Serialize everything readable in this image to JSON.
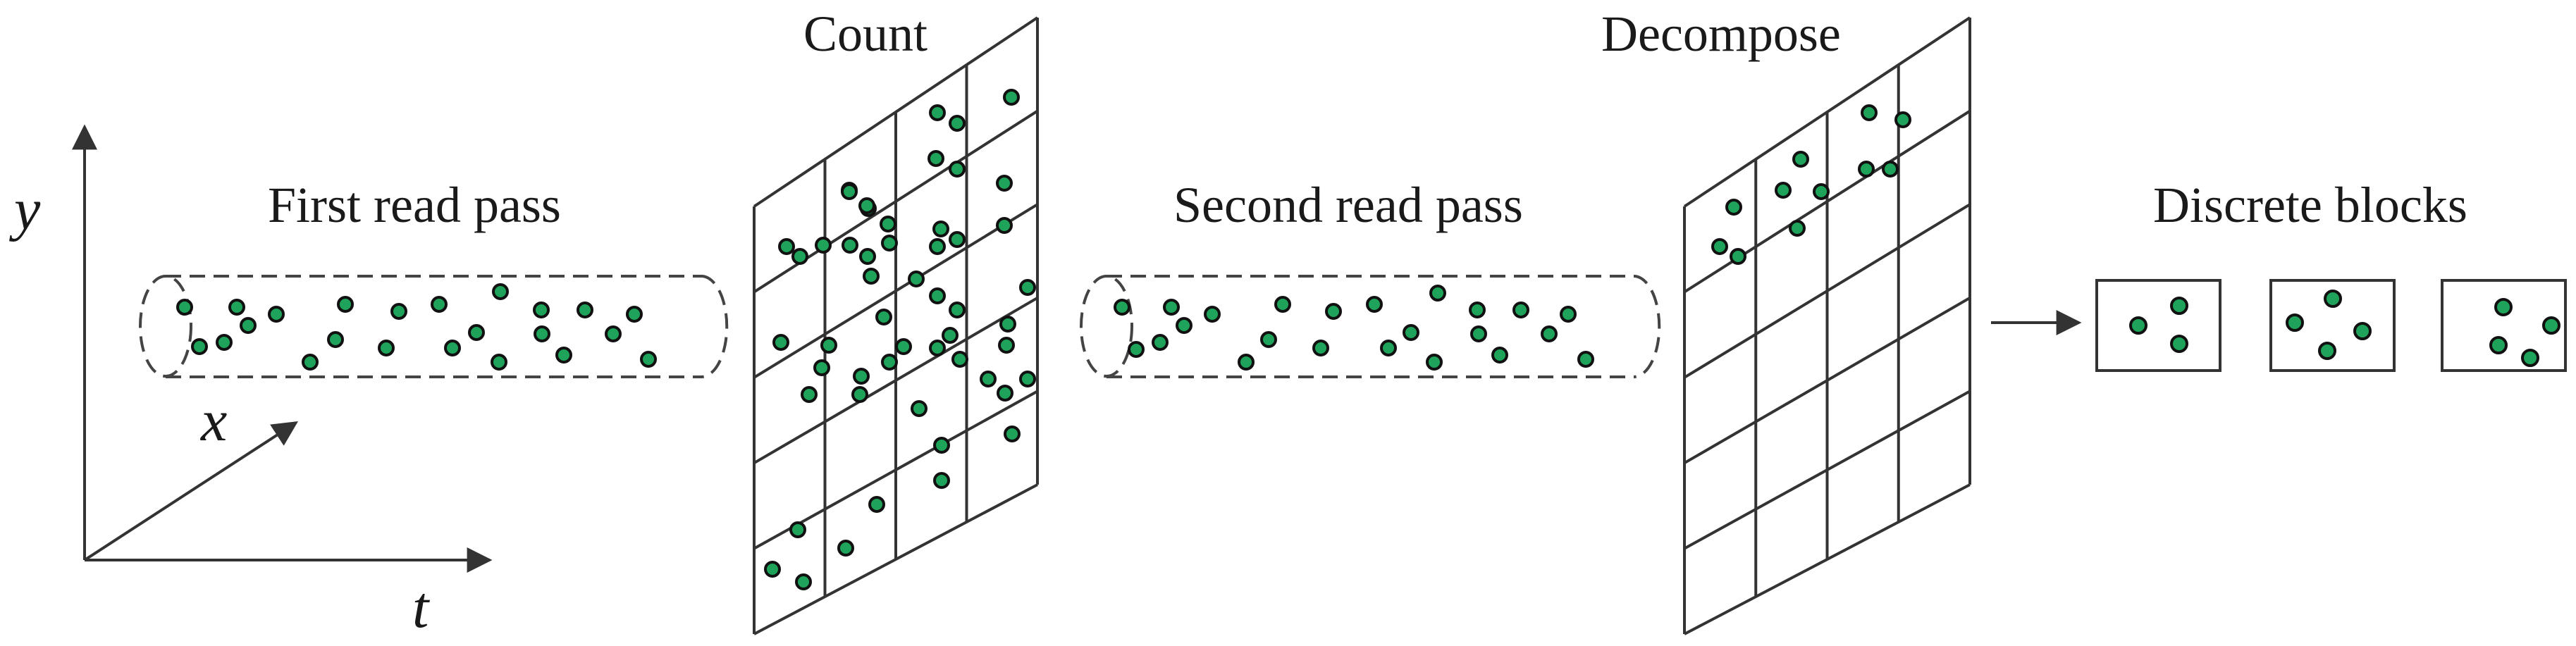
{
  "labels": {
    "count": "Count",
    "decompose": "Decompose",
    "first_pass": "First read pass",
    "second_pass": "Second read pass",
    "discrete_blocks": "Discrete blocks"
  },
  "axes": {
    "y": "y",
    "x": "x",
    "t": "t"
  },
  "colors": {
    "dot_fill": "#1fa35a",
    "dot_stroke": "#111111",
    "line": "#333333"
  }
}
